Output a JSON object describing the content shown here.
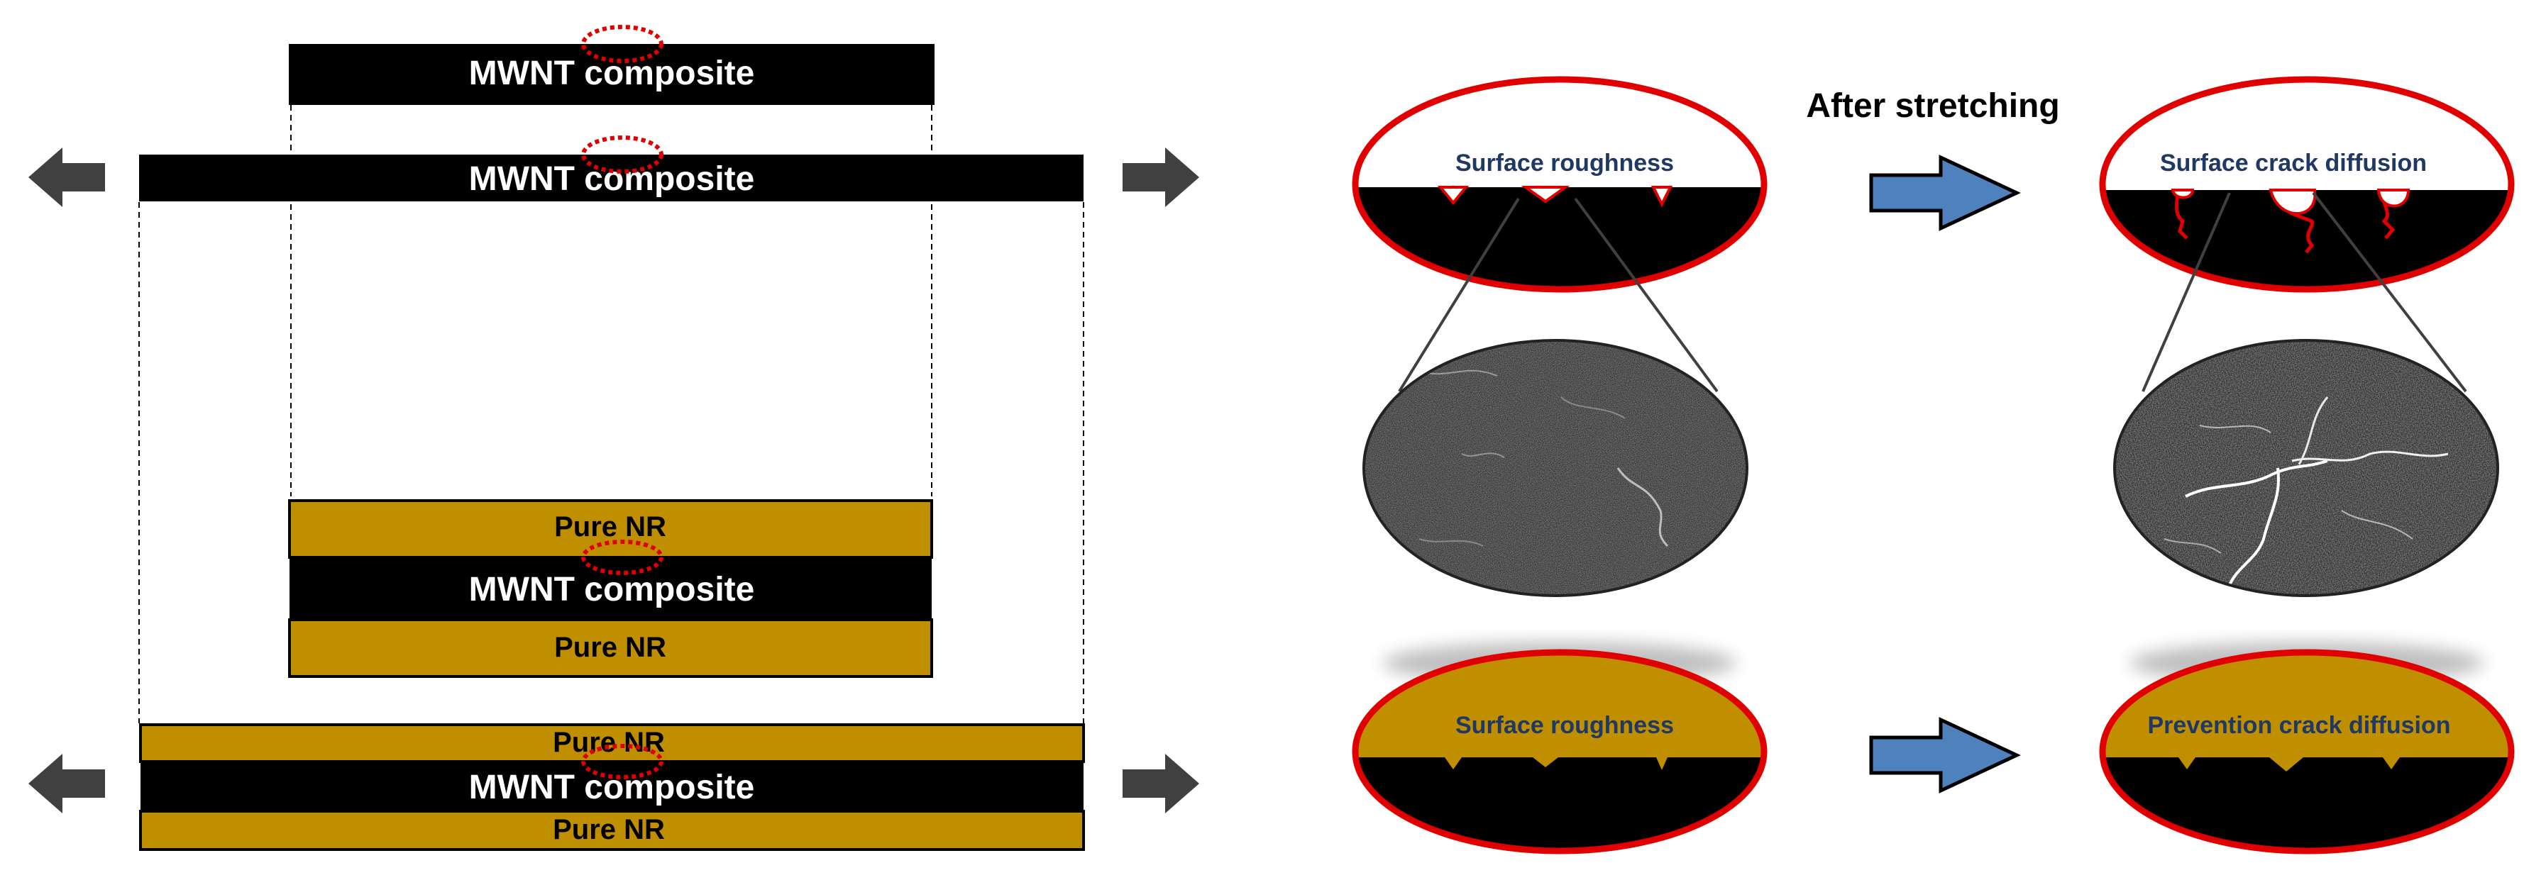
{
  "left_panel": {
    "top_layer_label": "MWNT composite",
    "stretched_layer_label": "MWNT composite",
    "sandwich_top_label": "Pure NR",
    "sandwich_mid_label": "MWNT composite",
    "sandwich_bottom_label": "Pure NR",
    "stretched_sandwich_top_label": "Pure NR",
    "stretched_sandwich_mid_label": "MWNT composite",
    "stretched_sandwich_bottom_label": "Pure NR"
  },
  "right_panel": {
    "header": "After stretching",
    "top_left_label": "Surface roughness",
    "top_right_label": "Surface crack diffusion",
    "bottom_left_label": "Surface roughness",
    "bottom_right_label": "Prevention crack diffusion"
  },
  "colors": {
    "composite": "#000000",
    "pure_nr": "#bf8f00",
    "highlight_ring": "#e00000",
    "arrow_blue": "#4f81bd",
    "arrow_gray": "#404040",
    "crack_red": "#e00000",
    "label_blue": "#1f3864"
  }
}
